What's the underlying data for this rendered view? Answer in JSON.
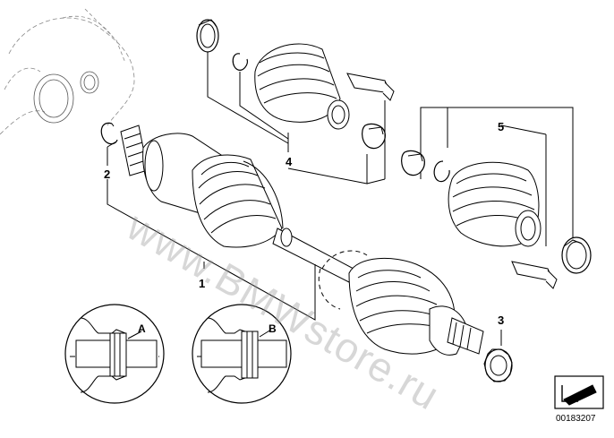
{
  "callouts": {
    "part_1": "1",
    "part_2": "2",
    "part_3": "3",
    "part_4": "4",
    "part_5": "5"
  },
  "detail_views": {
    "a": "A",
    "b": "B"
  },
  "diagram_id": "00183207",
  "watermark": "www.BMWstore.ru",
  "colors": {
    "line": "#000000",
    "watermark": "#999999",
    "background": "#ffffff"
  },
  "icons": [
    "arrow-nav-icon"
  ]
}
